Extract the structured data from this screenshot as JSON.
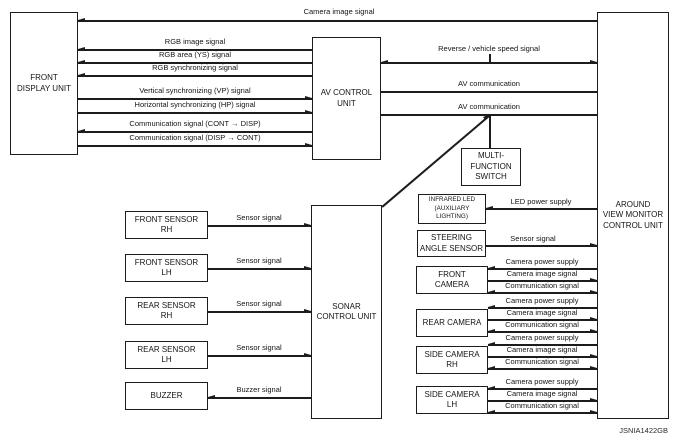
{
  "watermark": "JSNIA1422GB",
  "colors": {
    "line": "#1c1c1c",
    "background": "#ffffff"
  },
  "boxes": {
    "front_display_unit": "FRONT\nDISPLAY UNIT",
    "av_control_unit": "AV CONTROL\nUNIT",
    "sonar_control_unit": "SONAR\nCONTROL UNIT",
    "around_view_monitor_control_unit": "AROUND\nVIEW MONITOR\nCONTROL UNIT",
    "multi_function_switch": "MULTI-\nFUNCTION\nSWITCH",
    "infrared_led": "INFRARED LED\n(AUXILIARY\nLIGHTING)",
    "steering_angle_sensor": "STEERING\nANGLE SENSOR",
    "front_camera": "FRONT\nCAMERA",
    "rear_camera": "REAR CAMERA",
    "side_camera_rh": "SIDE CAMERA\nRH",
    "side_camera_lh": "SIDE CAMERA\nLH",
    "front_sensor_rh": "FRONT SENSOR\nRH",
    "front_sensor_lh": "FRONT SENSOR\nLH",
    "rear_sensor_rh": "REAR SENSOR\nRH",
    "rear_sensor_lh": "REAR SENSOR\nLH",
    "buzzer": "BUZZER"
  },
  "signals": {
    "camera_image": "Camera image signal",
    "rgb_image": "RGB image signal",
    "rgb_area_ys": "RGB area (YS) signal",
    "rgb_synchronizing": "RGB synchronizing signal",
    "vertical_synchronizing_vp": "Vertical synchronizing (VP) signal",
    "horizontal_synchronizing_hp": "Horizontal synchronizing (HP) signal",
    "communication_cont_to_disp": "Communication signal (CONT → DISP)",
    "communication_disp_to_cont": "Communication signal (DISP → CONT)",
    "reverse_vehicle_speed": "Reverse / vehicle speed signal",
    "av_communication": "AV communication",
    "sensor": "Sensor signal",
    "buzzer": "Buzzer signal",
    "led_power_supply": "LED power supply",
    "camera_power_supply": "Camera power supply",
    "communication": "Communication signal"
  }
}
